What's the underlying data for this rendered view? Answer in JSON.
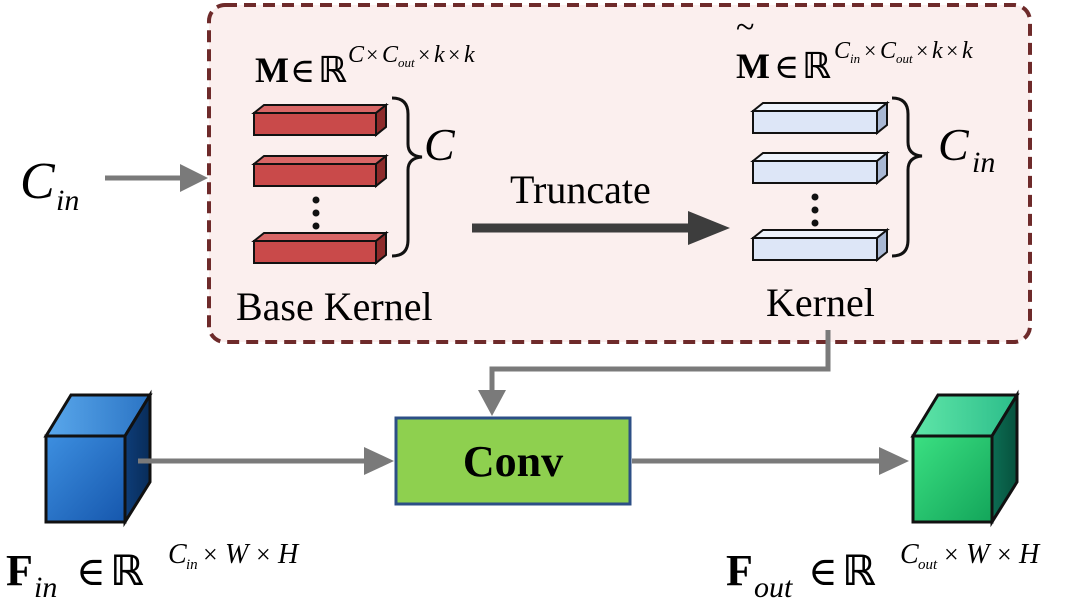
{
  "module_box": {
    "fill": "#fbefee",
    "border": "#6e2a2a"
  },
  "base_kernel": {
    "label": "Base Kernel",
    "math_symbol": "M",
    "math_in": "∈",
    "math_set": "ℝ",
    "math_exp_C": "C",
    "math_exp_cross": "×",
    "math_exp_Cout_base": "C",
    "math_exp_Cout_sub": "out",
    "math_exp_k1": "k",
    "math_exp_k2": "k",
    "brace_label": "C",
    "color": "#c94a4a",
    "color_dark": "#8e2b2b",
    "color_top": "#d86666"
  },
  "truncate": {
    "label": "Truncate"
  },
  "kernel": {
    "label": "Kernel",
    "math_symbol": "M",
    "math_tilde": "~",
    "math_in": "∈",
    "math_set": "ℝ",
    "math_exp_Cin_base": "C",
    "math_exp_Cin_sub": "in",
    "math_exp_cross": "×",
    "math_exp_Cout_base": "C",
    "math_exp_Cout_sub": "out",
    "math_exp_k1": "k",
    "math_exp_k2": "k",
    "brace_label_base": "C",
    "brace_label_sub": "in",
    "color": "#dde6f7",
    "color_dark": "#a9b8d4",
    "color_top": "#eef3fc"
  },
  "cin_input": {
    "base": "C",
    "sub": "in"
  },
  "conv": {
    "label": "Conv",
    "fill": "#8ed04f",
    "border": "#2c4f86"
  },
  "f_in": {
    "symbol": "F",
    "sub": "in",
    "in": "∈",
    "set": "ℝ",
    "exp_C": "C",
    "exp_C_sub": "in",
    "exp_cross": "×",
    "exp_W": "W",
    "exp_H": "H",
    "color": "#1f6fc9"
  },
  "f_out": {
    "symbol": "F",
    "sub": "out",
    "in": "∈",
    "set": "ℝ",
    "exp_C": "C",
    "exp_C_sub": "out",
    "exp_cross": "×",
    "exp_W": "W",
    "exp_H": "H",
    "color": "#1fb266"
  },
  "arrow_color": "#7a7a7a",
  "truncate_arrow_color": "#3d3d3d"
}
